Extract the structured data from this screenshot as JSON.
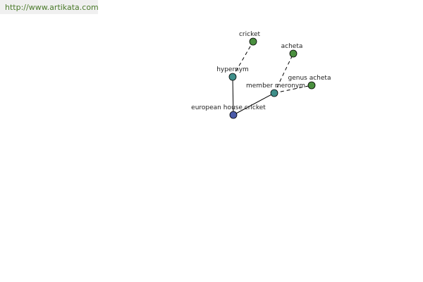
{
  "header": {
    "url_text": "http://www.artikata.com"
  },
  "graph": {
    "nodes": {
      "european_house_cricket": {
        "label": "european house cricket",
        "color": "#4a5aa8"
      },
      "hypernym": {
        "label": "hypernym",
        "color": "#3f8f8a"
      },
      "cricket": {
        "label": "cricket",
        "color": "#4a8f3f"
      },
      "member_meronym": {
        "label": "member meronym",
        "color": "#3f8f8a"
      },
      "acheta": {
        "label": "acheta",
        "color": "#4a8f3f"
      },
      "genus_acheta": {
        "label": "genus acheta",
        "color": "#4a8f3f"
      }
    },
    "edges": [
      {
        "from": "european_house_cricket",
        "to": "hypernym",
        "style": "solid"
      },
      {
        "from": "hypernym",
        "to": "cricket",
        "style": "dashed"
      },
      {
        "from": "european_house_cricket",
        "to": "member_meronym",
        "style": "solid"
      },
      {
        "from": "member_meronym",
        "to": "acheta",
        "style": "dashed"
      },
      {
        "from": "member_meronym",
        "to": "genus_acheta",
        "style": "dashed"
      }
    ]
  }
}
